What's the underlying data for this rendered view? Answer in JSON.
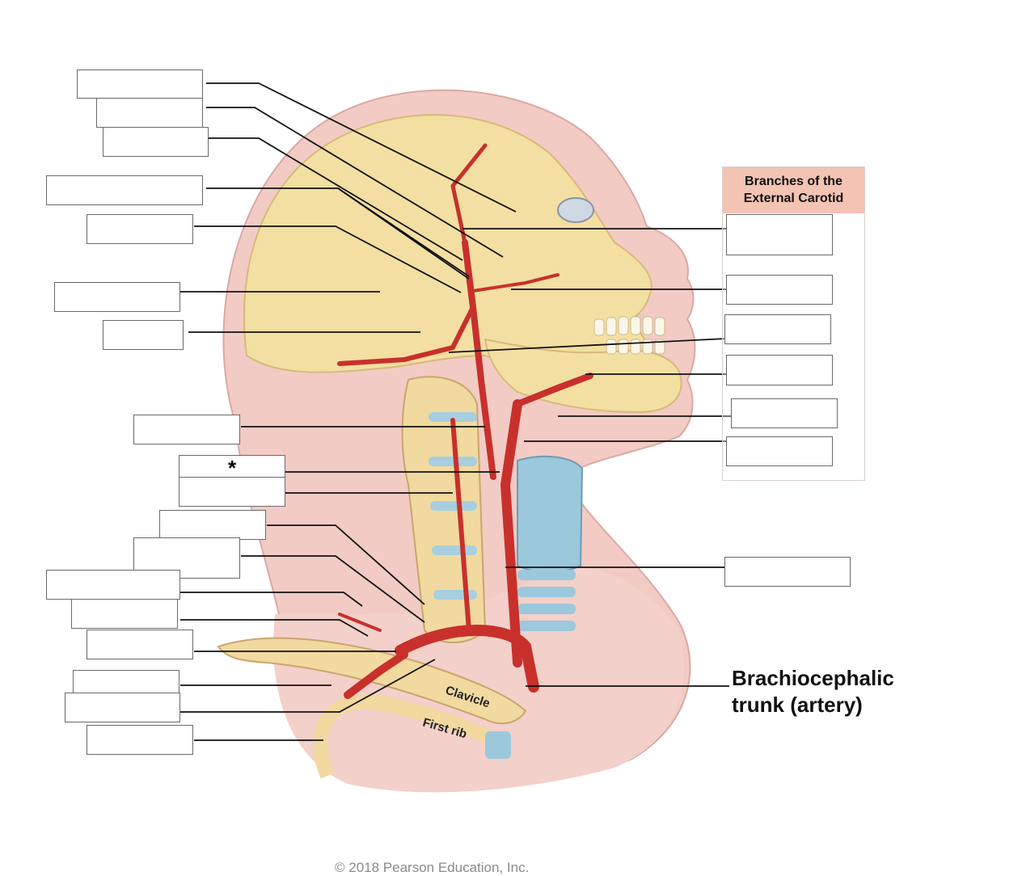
{
  "legend": {
    "title_line1": "Branches of the",
    "title_line2": "External Carotid"
  },
  "asterisk": "*",
  "bone_labels": {
    "clavicle": "Clavicle",
    "first_rib": "First rib"
  },
  "brachiocephalic": {
    "line1": "Brachiocephalic",
    "line2": "trunk (artery)"
  },
  "copyright": "© 2018 Pearson Education, Inc.",
  "colors": {
    "artery": "#c8302c",
    "skull": "#f2dc9c",
    "skin": "#eebcb4",
    "cartilage": "#9cc8dc",
    "legend_header": "#f3c3b3"
  }
}
